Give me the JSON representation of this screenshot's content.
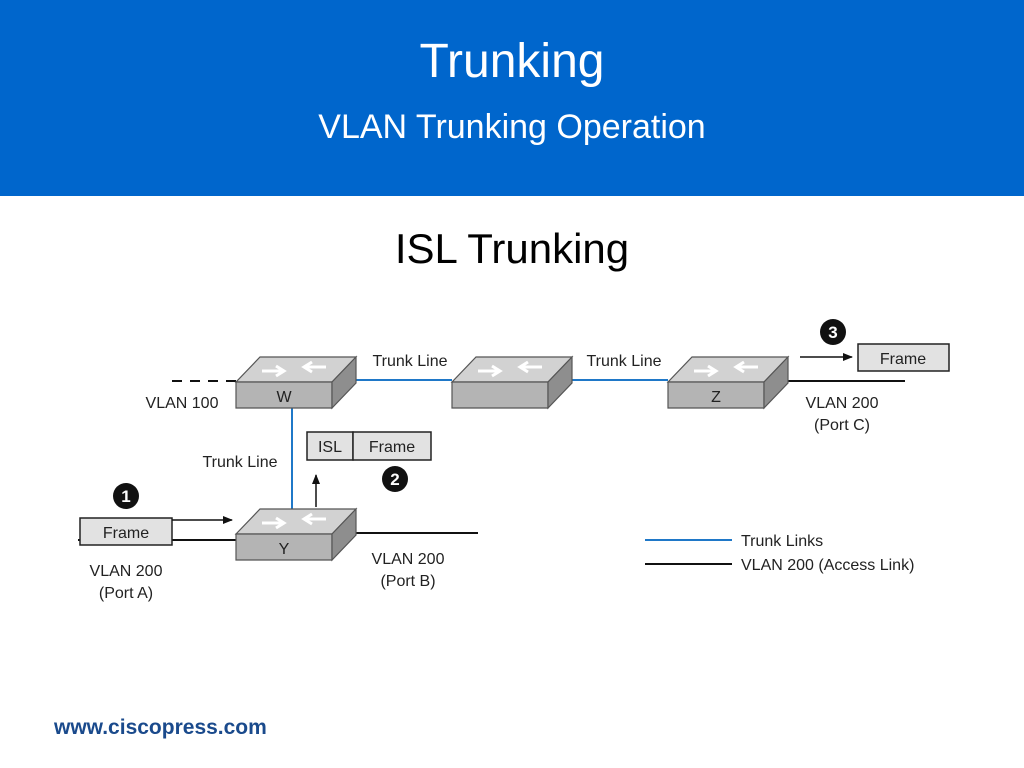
{
  "slide": {
    "title": "Trunking",
    "subtitle": "VLAN Trunking Operation",
    "section_title": "ISL Trunking",
    "footer": "www.ciscopress.com"
  },
  "colors": {
    "header_bg": "#0066cc",
    "trunk_link": "#1f78c8",
    "access_link": "#111111"
  },
  "diagram": {
    "switches": {
      "w": "W",
      "middle": "",
      "z": "Z",
      "y": "Y"
    },
    "labels": {
      "trunk_line_w_mid": "Trunk Line",
      "trunk_line_mid_z": "Trunk Line",
      "trunk_line_w_y": "Trunk Line",
      "vlan100": "VLAN 100",
      "vlan200_c": "VLAN 200",
      "port_c": "(Port C)",
      "vlan200_b": "VLAN 200",
      "port_b": "(Port B)",
      "vlan200_a": "VLAN 200",
      "port_a": "(Port A)"
    },
    "frames": {
      "frame_a": "Frame",
      "isl_tag": "ISL",
      "isl_frame": "Frame",
      "frame_c": "Frame"
    },
    "steps": [
      "1",
      "2",
      "3"
    ],
    "legend": {
      "trunk_links": "Trunk Links",
      "access_link": "VLAN 200 (Access Link)"
    }
  }
}
